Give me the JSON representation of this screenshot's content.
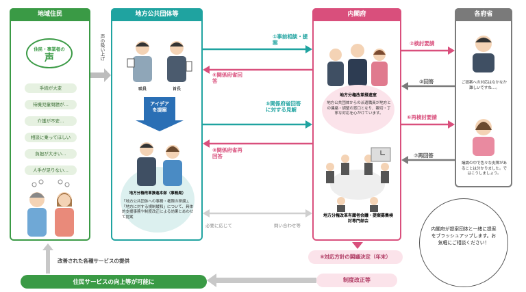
{
  "residents": {
    "title": "地域住民",
    "bubble_top": "住民・事業者の",
    "bubble_big": "声",
    "voices": [
      "手続が大変",
      "待機児童問題が…",
      "介護が不安…",
      "相談に乗ってほしい",
      "負担が大きい…",
      "人手が足りない…"
    ],
    "side_label": "声の吸い上げ"
  },
  "local_gov": {
    "title": "地方公共団体等",
    "staff_label": "職員",
    "chief_label": "首長",
    "idea_label": "アイデア\nを提案",
    "support_title": "地方分権改革推進本部（事務局）",
    "support_text": "「地方公共団体への事務・権限の移譲」、「地方に対する規制緩和」について、具体的支援事務や制度改正による効果とあわせて提案"
  },
  "cabinet": {
    "title": "内閣府",
    "office_title": "地方分権改革推進室",
    "office_text": "地方公共団体からの派遣職員が地方との連絡・調整の窓口となり、親切・丁寧な対応を心がけています。",
    "council_title": "地方分権改革有識者会議・提案募集検討専門部会",
    "decision": "⑨対応方針の閣議決定（年末）",
    "reform": "制度改正等"
  },
  "ministries": {
    "title": "各府省",
    "reply1": "ご提案への対応はなかなか難しいですね…。",
    "reply2": "議論の中で色々な支障があることは分かりました。ではこうしましょう。"
  },
  "arrows": {
    "a1": "①事前相談・提案",
    "a2": "②検討要請",
    "a3": "③回答",
    "a4": "④関係府省回答",
    "a5": "⑤関係府省回答に対する見解",
    "a6": "⑥再検討要請",
    "a7": "⑦再回答",
    "a8": "⑧関係府省再回答",
    "inquiry": "問い合わせ等",
    "as_needed": "必要に応じて"
  },
  "bottom": {
    "services": "改善された各種サービスの提供",
    "improvement": "住民サービスの向上等が可能に",
    "note": "内閣府が提案団体と一緒に提案をブラッシュアップします。お気軽にご相談ください！"
  },
  "colors": {
    "green": "#3a9a45",
    "teal": "#1fa3a0",
    "pink": "#d94f7c",
    "grey": "#7a7a7a"
  }
}
